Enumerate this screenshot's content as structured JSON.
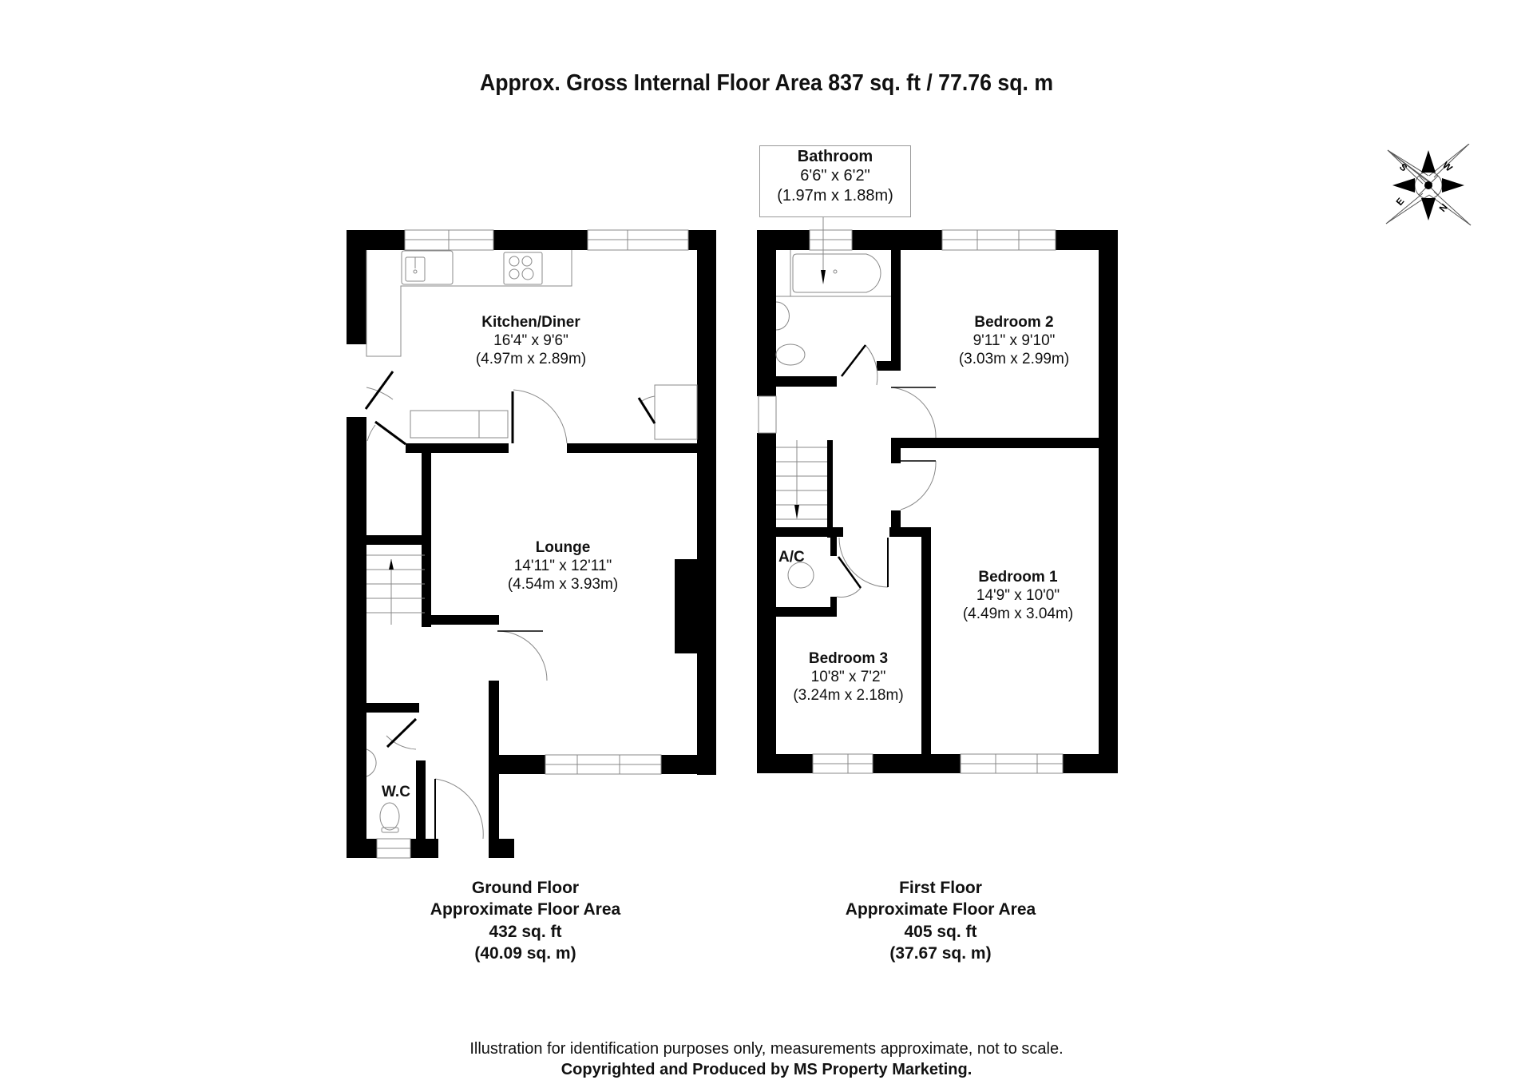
{
  "header": {
    "title": "Approx. Gross Internal Floor Area 837 sq. ft / 77.76 sq. m"
  },
  "compass": {
    "icon": "compass-rose-icon",
    "labels": [
      "S",
      "W",
      "E",
      "N"
    ]
  },
  "floors": [
    {
      "id": "ground",
      "caption": {
        "line1": "Ground Floor",
        "line2": "Approximate Floor Area",
        "line3": "432 sq. ft",
        "line4": "(40.09 sq. m)"
      },
      "rooms": [
        {
          "name": "Kitchen/Diner",
          "imperial": "16'4\" x 9'6\"",
          "metric": "(4.97m x 2.89m)"
        },
        {
          "name": "Lounge",
          "imperial": "14'11\" x 12'11\"",
          "metric": "(4.54m x 3.93m)"
        },
        {
          "name": "W.C"
        }
      ]
    },
    {
      "id": "first",
      "caption": {
        "line1": "First Floor",
        "line2": "Approximate Floor Area",
        "line3": "405 sq. ft",
        "line4": "(37.67 sq. m)"
      },
      "rooms": [
        {
          "name": "Bathroom",
          "imperial": "6'6\" x 6'2\"",
          "metric": "(1.97m x 1.88m)"
        },
        {
          "name": "Bedroom 2",
          "imperial": "9'11\" x 9'10\"",
          "metric": "(3.03m x 2.99m)"
        },
        {
          "name": "Bedroom 1",
          "imperial": "14'9\" x 10'0\"",
          "metric": "(4.49m x 3.04m)"
        },
        {
          "name": "Bedroom 3",
          "imperial": "10'8\" x 7'2\"",
          "metric": "(3.24m x 2.18m)"
        },
        {
          "name": "A/C"
        }
      ]
    }
  ],
  "footer": {
    "disclaimer": "Illustration for identification purposes only, measurements approximate, not to scale.",
    "copyright": "Copyrighted  and Produced by MS Property Marketing."
  },
  "colors": {
    "wall": "#000000",
    "fixture_line": "#888888",
    "background": "#ffffff"
  }
}
